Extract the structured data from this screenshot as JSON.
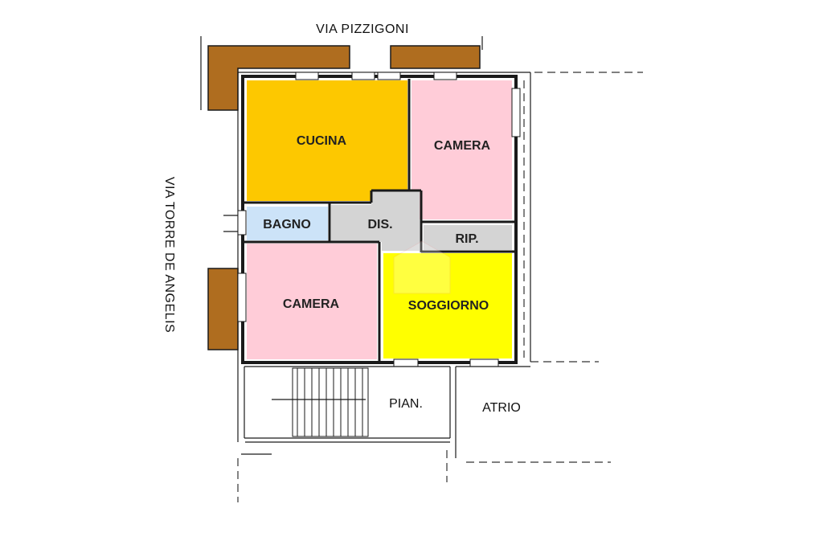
{
  "streets": {
    "top": "VIA PIZZIGONI",
    "left": "VIA TORRE DE ANGELIS"
  },
  "rooms": {
    "cucina": "CUCINA",
    "camera_top": "CAMERA",
    "bagno": "BAGNO",
    "dis": "DIS.",
    "rip": "RIP.",
    "camera_left": "CAMERA",
    "soggiorno": "SOGGIORNO"
  },
  "common_areas": {
    "pian": "PIAN.",
    "atrio": "ATRIO"
  },
  "colors": {
    "cucina": "#FDC800",
    "camera": "#FFCCD8",
    "bagno": "#CCE3F8",
    "disimpegno": "#D4D4D4",
    "soggiorno": "#FFFF00",
    "balcony": "#AF6D1F",
    "wall": "#1a1a1a"
  }
}
